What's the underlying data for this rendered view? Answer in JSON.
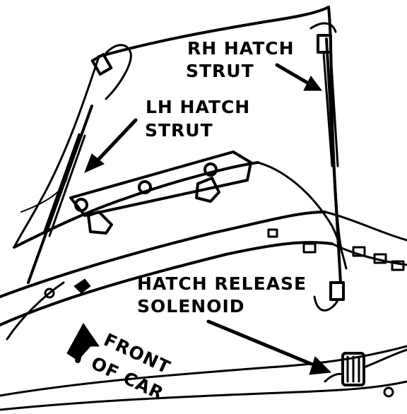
{
  "labels": {
    "rh_hatch_strut": [
      "RH HATCH",
      "STRUT"
    ],
    "lh_hatch_strut": [
      "LH HATCH",
      "STRUT"
    ],
    "hatch_release_solenoid": [
      "HATCH RELEASE",
      "SOLENOID"
    ],
    "front_of_car": [
      "FRONT",
      "OF CAR"
    ]
  },
  "icons": {
    "front_arrow": "arrow-up-icon"
  },
  "colors": {
    "ink": "#000000",
    "paper": "#ffffff"
  }
}
